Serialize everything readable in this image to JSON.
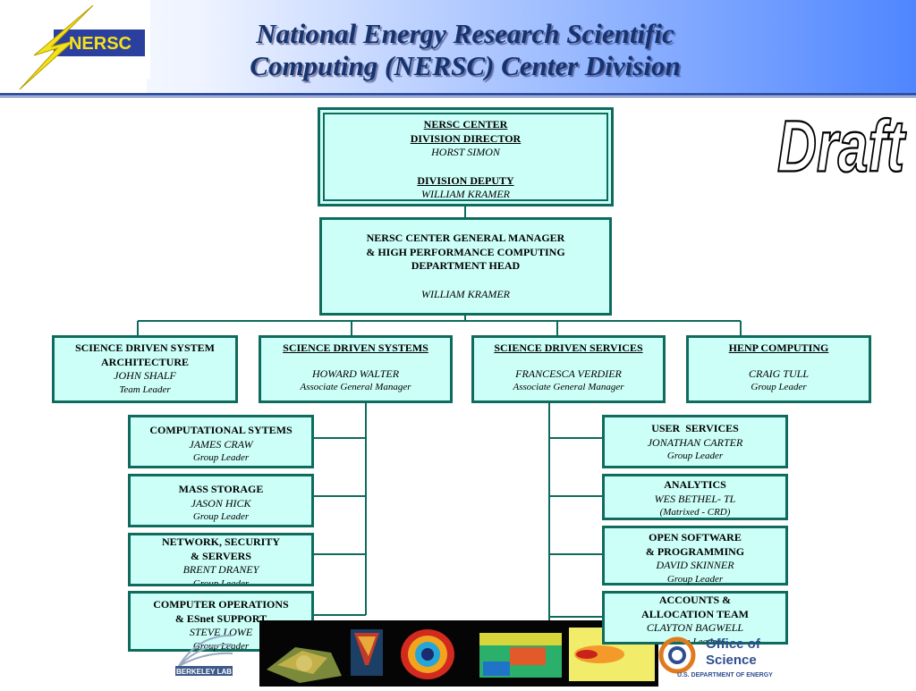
{
  "header": {
    "title_line1": "National Energy Research Scientific",
    "title_line2": "Computing (NERSC) Center Division",
    "logo_text": "NERSC",
    "watermark": "Draft"
  },
  "director_box": {
    "title_line1": "NERSC CENTER",
    "title_line2": "DIVISION DIRECTOR",
    "director_name": "HORST SIMON",
    "deputy_title": "DIVISION DEPUTY",
    "deputy_name": "WILLIAM KRAMER"
  },
  "gm_box": {
    "title_line1": "NERSC CENTER GENERAL MANAGER",
    "title_line2": "& HIGH PERFORMANCE COMPUTING",
    "title_line3": "DEPARTMENT HEAD",
    "name": "WILLIAM KRAMER"
  },
  "departments": [
    {
      "title_line1": "SCIENCE DRIVEN SYSTEM",
      "title_line2": "ARCHITECTURE",
      "name": "JOHN SHALF",
      "role": "Team Leader"
    },
    {
      "title_line1": "SCIENCE DRIVEN SYSTEMS",
      "name": "HOWARD WALTER",
      "role": "Associate General Manager"
    },
    {
      "title_line1": "SCIENCE DRIVEN SERVICES",
      "name": "FRANCESCA VERDIER",
      "role": "Associate General Manager"
    },
    {
      "title_line1": "HENP COMPUTING",
      "name": "CRAIG TULL",
      "role": "Group Leader"
    }
  ],
  "systems_groups": [
    {
      "title_line1": "COMPUTATIONAL SYTEMS",
      "name": "JAMES CRAW",
      "role": "Group Leader"
    },
    {
      "title_line1": "MASS STORAGE",
      "name": "JASON HICK",
      "role": "Group Leader"
    },
    {
      "title_line1": "NETWORK, SECURITY",
      "title_line2": "& SERVERS",
      "name": "BRENT DRANEY",
      "role": "Group Leader"
    },
    {
      "title_line1": "COMPUTER OPERATIONS",
      "title_line2": "& ESnet SUPPORT",
      "name": "STEVE LOWE",
      "role": "Group Leader"
    }
  ],
  "services_groups": [
    {
      "title_line1": "USER  SERVICES",
      "name": "JONATHAN CARTER",
      "role": "Group Leader"
    },
    {
      "title_line1": "ANALYTICS",
      "name": "WES BETHEL- TL",
      "role": "(Matrixed - CRD)"
    },
    {
      "title_line1": "OPEN SOFTWARE",
      "title_line2": "& PROGRAMMING",
      "name": "DAVID SKINNER",
      "role": "Group Leader"
    },
    {
      "title_line1": "ACCOUNTS &",
      "title_line2": "ALLOCATION TEAM",
      "name": "CLAYTON BAGWELL",
      "role": "Team Leader"
    }
  ],
  "footer": {
    "berkeley_lab_logo_text": "BERKELEY LAB",
    "doe_logo_line1": "Office of",
    "doe_logo_line2": "Science",
    "doe_logo_line3": "U.S. DEPARTMENT OF ENERGY"
  }
}
